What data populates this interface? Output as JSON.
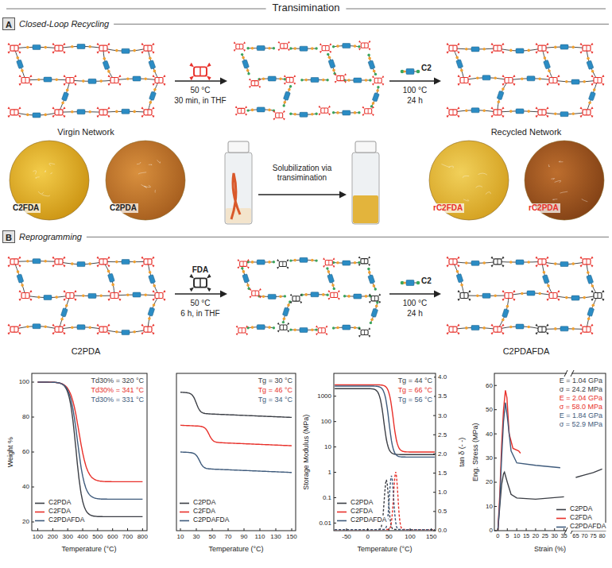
{
  "diagram": {
    "title": "Transimination",
    "nodes": [
      {
        "text": [
          "A"
        ]
      },
      {
        "text": [
          "B"
        ]
      }
    ],
    "labels": [
      "Closed-Loop Recycling",
      "50 °C",
      "30 min, in THF",
      "C2",
      "100 °C",
      "24 h",
      "Virgin Network",
      "Recycled Network",
      "C2FDA",
      "C2PDA",
      "Solubilization via transimination",
      "rC2FDA",
      "rC2PDA",
      "Reprogramming",
      "FDA",
      "50 °C",
      "6 h, in THF",
      "C2",
      "100 °C",
      "24 h",
      "C2PDA",
      "C2PDAFDA",
      "Weight %",
      "Temperature (°C)",
      "100",
      "80",
      "60",
      "40",
      "20",
      "100",
      "200",
      "300",
      "400",
      "500",
      "600",
      "700",
      "800",
      "Td30% = 320 °C",
      "Td30% = 341 °C",
      "Td30% = 331 °C",
      "Temperature (°C)",
      "10",
      "30",
      "50",
      "70",
      "90",
      "110",
      "130",
      "150",
      "Tg = 30 °C",
      "Tg = 46 °C",
      "Tg = 34 °C",
      "Storage Modulus (MPa)",
      "tan δ (- -)",
      "Temperature (°C)",
      "1000",
      "100",
      "10",
      "1",
      "0.1",
      "0.01",
      "4.0",
      "3.5",
      "3.0",
      "2.5",
      "2.0",
      "1.5",
      "1.0",
      "0.5",
      "0.0",
      "-50",
      "0",
      "50",
      "100",
      "150",
      "Tg = 44 °C",
      "Tg = 66 °C",
      "Tg = 56 °C",
      "Eng. Stress (MPa)",
      "Strain (%)",
      "60",
      "50",
      "40",
      "30",
      "20",
      "10",
      "0",
      "0",
      "5",
      "10",
      "15",
      "20",
      "25",
      "30",
      "35",
      "65",
      "70",
      "75",
      "80",
      "E = 1.04 GPa",
      "σ = 24.2 MPa",
      "E = 2.04 GPa",
      "σ = 58.0 MPa",
      "E = 1.84 GPa",
      "σ = 52.9 MPa"
    ],
    "legend": [
      {
        "text": "C2PDA"
      },
      {
        "text": "C2FDA"
      },
      {
        "text": "C2PDAFDA"
      },
      {
        "text": "C2PDA"
      },
      {
        "text": "C2FDA"
      },
      {
        "text": "C2PDAFDA"
      },
      {
        "text": "C2PDA"
      },
      {
        "text": "C2FDA"
      },
      {
        "text": "C2PDAFDA"
      },
      {
        "text": "C2PDA"
      },
      {
        "text": "C2FDA"
      },
      {
        "text": "C2PDAFDA"
      }
    ]
  }
}
